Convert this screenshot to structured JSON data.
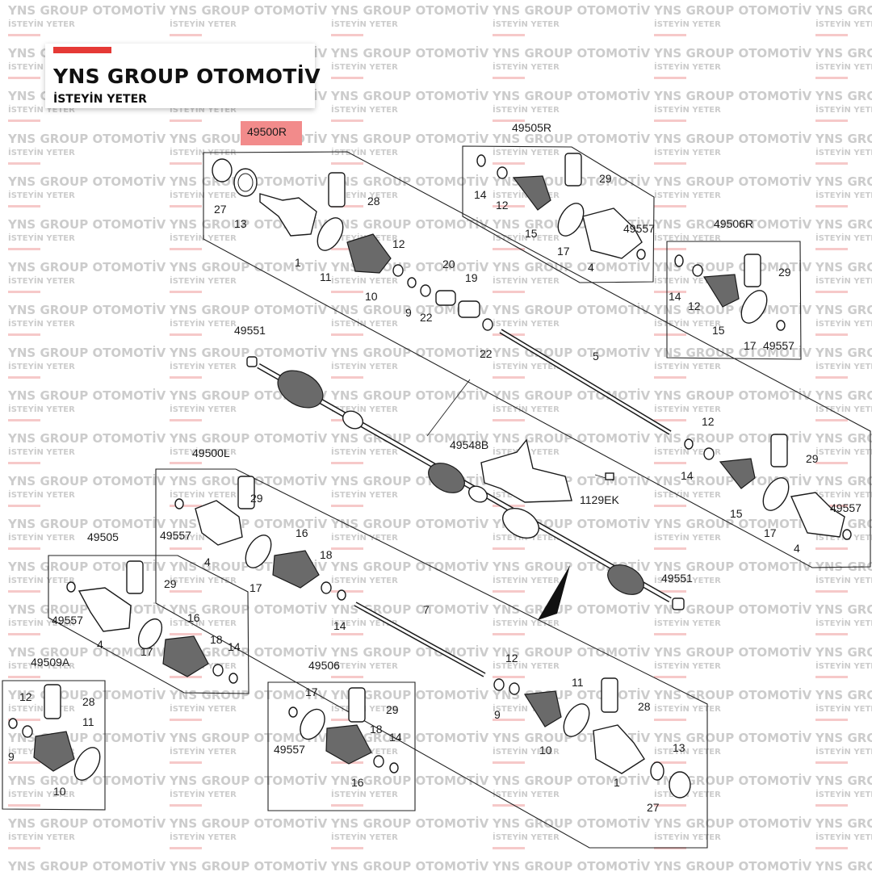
{
  "brand": {
    "title": "YNS GROUP OTOMOTİV",
    "subtitle": "İSTEYİN YETER",
    "accent_color": "#e53935"
  },
  "watermark": {
    "line1": "YNS GROUP OTOMOTİV",
    "line2": "İSTEYİN YETER",
    "color": "#cccccc"
  },
  "diagram": {
    "highlight_color": "#f28b8b",
    "assembly_labels": [
      "49500R",
      "49505R",
      "49506R",
      "49500L",
      "49505",
      "49509A",
      "49506",
      "49548B",
      "1129EK",
      "49551",
      "49551"
    ],
    "part_labels": [
      "27",
      "13",
      "28",
      "1",
      "11",
      "12",
      "10",
      "9",
      "22",
      "20",
      "19",
      "22",
      "5",
      "14",
      "12",
      "29",
      "15",
      "17",
      "4",
      "49557",
      "14",
      "12",
      "29",
      "15",
      "17",
      "49557",
      "12",
      "14",
      "29",
      "15",
      "17",
      "49557",
      "4",
      "29",
      "49557",
      "4",
      "17",
      "16",
      "18",
      "14",
      "29",
      "49557",
      "4",
      "17",
      "16",
      "18",
      "14",
      "12",
      "28",
      "11",
      "9",
      "10",
      "7",
      "17",
      "29",
      "49557",
      "18",
      "14",
      "16",
      "12",
      "9",
      "11",
      "28",
      "10",
      "13",
      "1",
      "27"
    ]
  }
}
